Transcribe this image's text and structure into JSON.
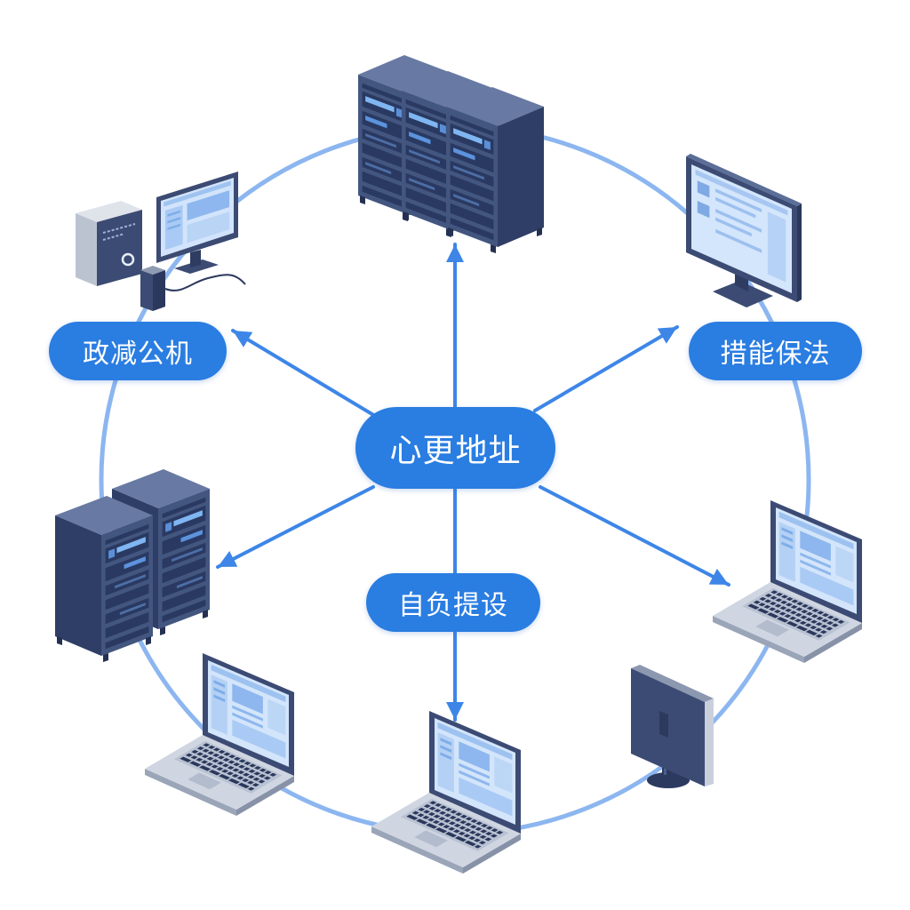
{
  "diagram": {
    "center_label": "心更地址",
    "nodes": {
      "left_label": "政减公机",
      "right_label": "措能保法",
      "bottom_label": "自负提设"
    }
  },
  "colors": {
    "accent": "#2a7de1",
    "ring": "#8cb6f0",
    "arrow": "#3d86e8",
    "device_dark": "#3c4b73",
    "screen": "#d3e5fb"
  },
  "icons": {
    "top": "server-rack-cluster-icon",
    "top_left": "desktop-computer-icon",
    "top_right": "monitor-icon",
    "left": "server-rack-cluster-icon",
    "right": "laptop-icon",
    "bottom_right": "monitor-icon",
    "bottom": "laptop-icon",
    "bottom_left": "laptop-icon"
  }
}
